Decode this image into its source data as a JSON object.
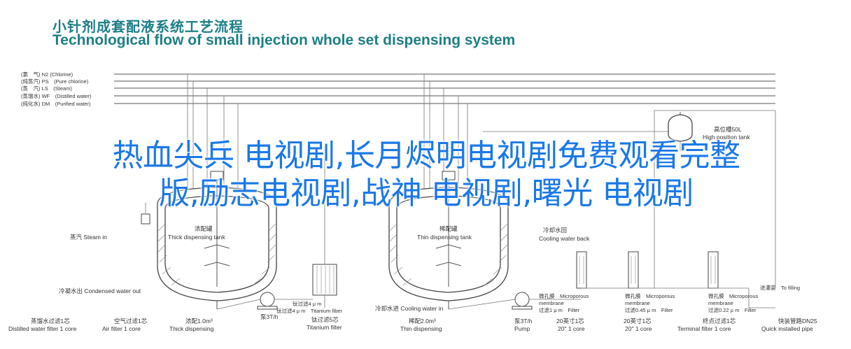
{
  "header": {
    "title_cn": "小针剂成套配液系统工艺流程",
    "title_en": "Technological flow of small injection whole set dispensing system"
  },
  "utilities": [
    "(氯　气) N2 (Chlorine)",
    "(纯蒸汽) PS　(Pure chlorine)",
    "(蒸　汽) LS　(Steam)",
    "(蒸馏水) WF　(Distilled water)",
    "(纯化水) DM　(Purified water)"
  ],
  "labels": {
    "high_tank": [
      "高位槽50L",
      "High position tank"
    ],
    "steam_in": "蒸汽 Steam in",
    "thick_tank": [
      "浓配罐",
      "Thick dispensing tank"
    ],
    "thin_tank": [
      "稀配罐",
      "Thin dispensing tank"
    ],
    "cooling_back": [
      "冷却水回",
      "Cooling water back"
    ],
    "condensed_out": "冷凝水出 Condensed water out",
    "titanium_4": [
      "钛过滤4 μ m",
      "钛过滤4 μ m　Titanium fiber"
    ],
    "cooling_in": "冷却水进 Cooling water in",
    "mf_1": [
      "微孔膜　Microporous",
      "membrane",
      "过滤1 μ m　Filter"
    ],
    "mf_045": [
      "微孔膜　Microporous",
      "membrane",
      "过滤0.45 μ m　Filter"
    ],
    "mf_022": [
      "微孔膜　Microporous",
      "membrane",
      "过滤0.22 μ m　Filter"
    ],
    "to_filling": "进灌装　To filling"
  },
  "bottom_labels": [
    [
      "蒸馏水过滤1芯",
      "Distilled water filter 1 core"
    ],
    [
      "空气过滤1芯",
      "Air filter 1 core"
    ],
    [
      "浓配1.0m³",
      "Thick dispensing"
    ],
    [
      "泵3T/h",
      ""
    ],
    [
      "钛过滤5芯",
      "Titanium filter"
    ],
    [
      "稀配2.0m³",
      "Thin dispensing"
    ],
    [
      "泵3T/h",
      "Pump"
    ],
    [
      "20英寸1芯",
      "20\" 1 core"
    ],
    [
      "20英寸1芯",
      "20\" 1 core"
    ],
    [
      "终点过滤1芯",
      "Terminal filter 1 core"
    ],
    [
      "快装管路DN25",
      "Quick installed pipe"
    ]
  ],
  "overlay": {
    "line1": "热血尖兵 电视剧,长月烬明电视剧免费观看完整",
    "line2": "版,励志电视剧,战神 电视剧,曙光 电视剧"
  },
  "colors": {
    "title": "#1d7f86",
    "overlay": "#1a78e8",
    "line": "#555555"
  }
}
